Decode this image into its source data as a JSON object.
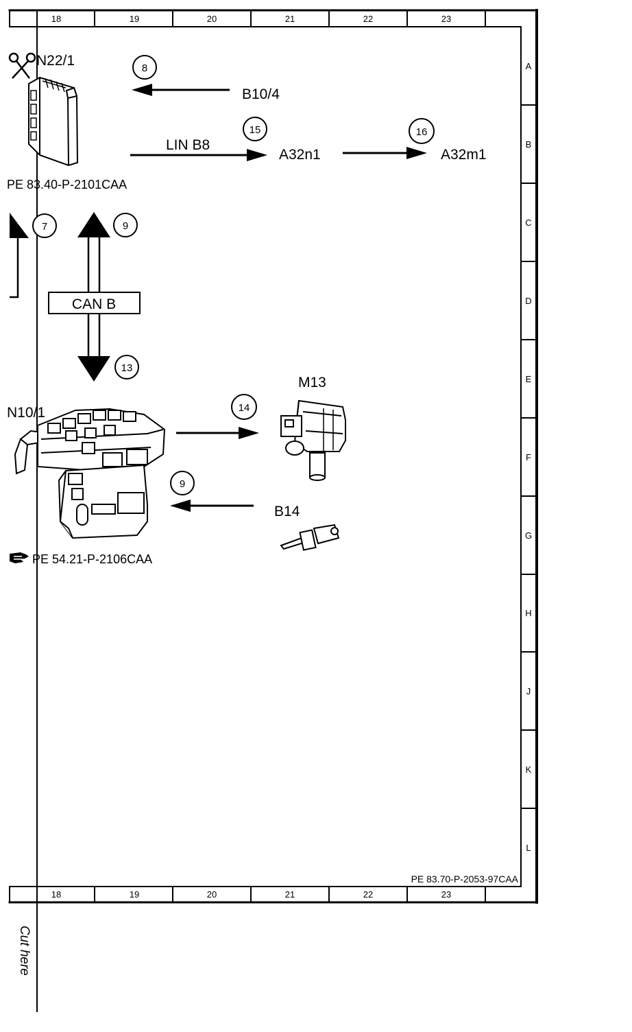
{
  "grid": {
    "columns": [
      "18",
      "19",
      "20",
      "21",
      "22",
      "23"
    ],
    "rows": [
      "A",
      "B",
      "C",
      "D",
      "E",
      "F",
      "G",
      "H",
      "J",
      "K",
      "L"
    ]
  },
  "components": {
    "n22_1": {
      "label": "N22/1",
      "ref": "PE 83.40-P-2101CAA"
    },
    "b10_4": {
      "label": "B10/4"
    },
    "a32n1": {
      "label": "A32n1"
    },
    "a32m1": {
      "label": "A32m1"
    },
    "n10_1": {
      "label": "N10/1",
      "ref": "PE 54.21-P-2106CAA"
    },
    "m13": {
      "label": "M13"
    },
    "b14": {
      "label": "B14"
    }
  },
  "signals": {
    "lin": "LIN B8",
    "can": "CAN B",
    "s7": "7",
    "s8": "8",
    "s9_top": "9",
    "s9_bottom": "9",
    "s13": "13",
    "s14": "14",
    "s15": "15",
    "s16": "16"
  },
  "footer": {
    "drawing_ref": "PE 83.70-P-2053-97CAA",
    "cut_text": "Cut here"
  },
  "icons": [
    "scissors-icon",
    "pointing-hand-icon",
    "control-unit-icon",
    "fuse-relay-box-icon",
    "coolant-pump-icon",
    "temperature-sensor-icon"
  ],
  "colors": {
    "ink": "#000000",
    "paper": "#ffffff"
  }
}
